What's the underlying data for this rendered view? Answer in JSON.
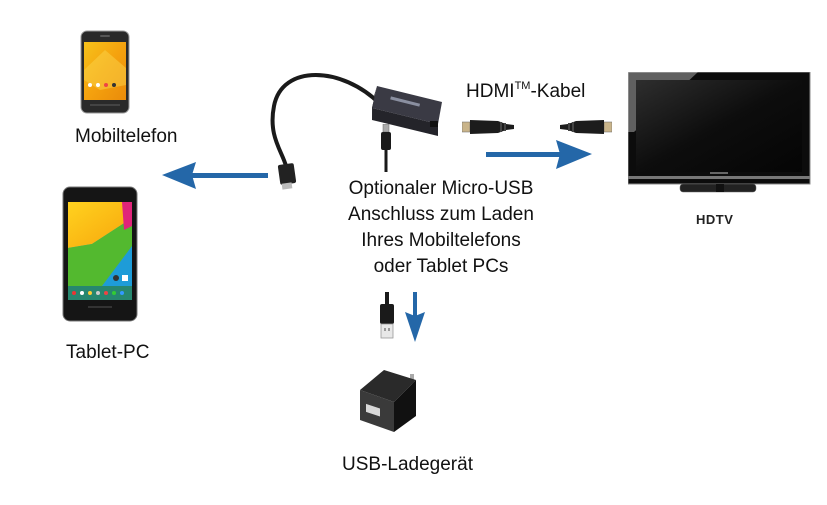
{
  "diagram": {
    "title": "Micro-USB to HDMI adapter connection diagram",
    "nodes": {
      "phone": {
        "label": "Mobiltelefon",
        "icon": "smartphone-icon"
      },
      "tablet": {
        "label": "Tablet-PC",
        "icon": "tablet-icon"
      },
      "adapter": {
        "icon": "mhl-adapter-icon"
      },
      "hdmi_cable": {
        "label_main": "HDMI",
        "label_sup": "TM",
        "label_suffix": "-Kabel",
        "icon": "hdmi-cable-icon"
      },
      "tv": {
        "label": "HDTV",
        "icon": "tv-icon"
      },
      "micro_usb": {
        "lines": [
          "Optionaler Micro-USB",
          "Anschluss zum Laden",
          "Ihres Mobiltelefons",
          "oder Tablet PCs"
        ],
        "icon": "micro-usb-plug-icon"
      },
      "charger": {
        "label": "USB-Ladegerät",
        "icon": "usb-charger-icon"
      }
    },
    "arrows": [
      {
        "from": "adapter",
        "to": "phone-tablet",
        "direction": "left"
      },
      {
        "from": "adapter",
        "to": "tv",
        "direction": "right"
      },
      {
        "from": "micro_usb",
        "to": "charger",
        "direction": "down"
      }
    ],
    "colors": {
      "arrow": "#2467a8",
      "device_dark": "#1c1c1c",
      "text": "#111111"
    }
  }
}
